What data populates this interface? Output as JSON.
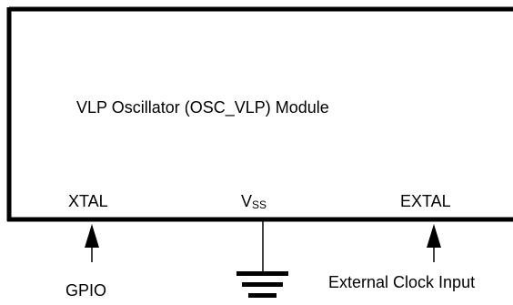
{
  "module": {
    "title": "VLP Oscillator (OSC_VLP) Module"
  },
  "pins": {
    "xtal": "XTAL",
    "vss_main": "V",
    "vss_sub": "SS",
    "extal": "EXTAL"
  },
  "signals": {
    "gpio": "GPIO",
    "external_clock": "External Clock Input"
  }
}
